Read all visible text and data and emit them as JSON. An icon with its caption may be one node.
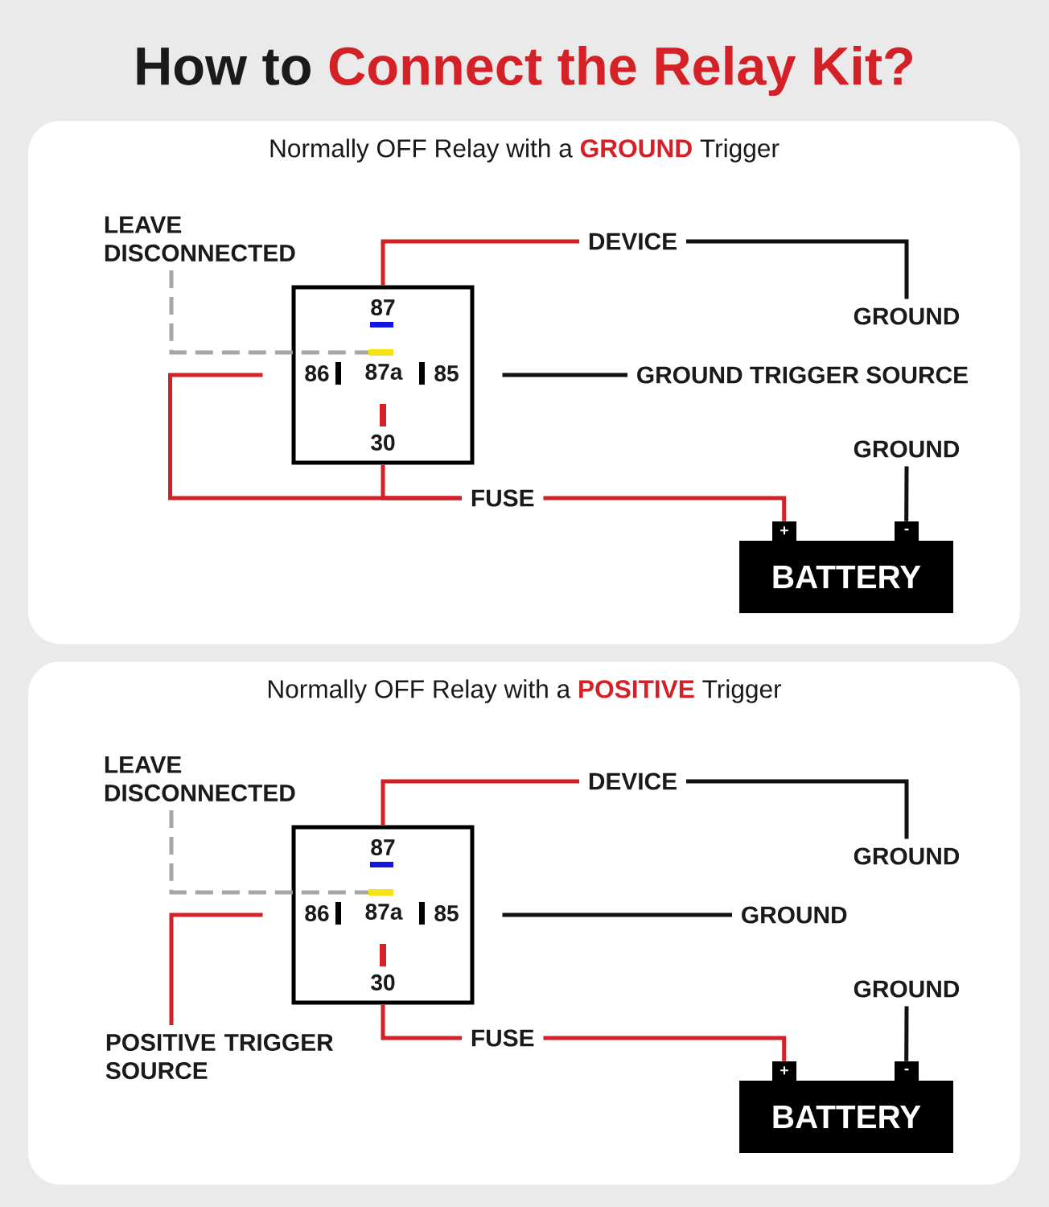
{
  "diagram": {
    "title": "How to **Connect the Relay Kit?**",
    "nodes": [
      {
        "text": [
          "Normally OFF Relay with a **GROUND** Trigger"
        ]
      },
      {
        "text": [
          "87",
          "86",
          "87a",
          "85",
          "30"
        ],
        "in": 0
      },
      {
        "text": [
          "LEAVE DISCONNECTED"
        ],
        "in": 0
      },
      {
        "text": [
          "DEVICE"
        ],
        "in": 0
      },
      {
        "text": [
          "GROUND"
        ],
        "in": 0
      },
      {
        "text": [
          "GROUND TRIGGER SOURCE"
        ],
        "in": 0
      },
      {
        "text": [
          "FUSE"
        ],
        "in": 0
      },
      {
        "text": [
          "GROUND"
        ],
        "in": 0
      },
      {
        "text": [
          "BATTERY"
        ],
        "in": 0
      },
      {
        "text": [
          "Normally OFF Relay with a **POSITIVE** Trigger"
        ]
      },
      {
        "text": [
          "87",
          "86",
          "87a",
          "85",
          "30"
        ],
        "in": 9
      },
      {
        "text": [
          "LEAVE DISCONNECTED"
        ],
        "in": 9
      },
      {
        "text": [
          "DEVICE"
        ],
        "in": 9
      },
      {
        "text": [
          "GROUND"
        ],
        "in": 9
      },
      {
        "text": [
          "GROUND"
        ],
        "in": 9
      },
      {
        "text": [
          "FUSE"
        ],
        "in": 9
      },
      {
        "text": [
          "GROUND"
        ],
        "in": 9
      },
      {
        "text": [
          "BATTERY"
        ],
        "in": 9
      },
      {
        "text": [
          "POSITIVE TRIGGER SOURCE"
        ],
        "in": 9
      }
    ],
    "edges": [
      {
        "from": 2,
        "to": 1,
        "arrow": "none",
        "style": "dashed",
        "color": "#a6a6a6"
      },
      {
        "from": 1,
        "to": 3,
        "arrow": "none"
      },
      {
        "from": 3,
        "to": 4,
        "arrow": "none",
        "color": "#111111"
      },
      {
        "from": 1,
        "to": 5,
        "arrow": "none",
        "color": "#111111"
      },
      {
        "from": 1,
        "to": 6,
        "arrow": "none"
      },
      {
        "from": 1,
        "to": 6,
        "arrow": "none"
      },
      {
        "from": 6,
        "to": 8,
        "arrow": "none"
      },
      {
        "from": 8,
        "to": 7,
        "arrow": "none",
        "color": "#111111"
      },
      {
        "from": 11,
        "to": 10,
        "arrow": "none",
        "style": "dashed",
        "color": "#a6a6a6"
      },
      {
        "from": 10,
        "to": 12,
        "arrow": "none"
      },
      {
        "from": 12,
        "to": 13,
        "arrow": "none",
        "color": "#111111"
      },
      {
        "from": 10,
        "to": 14,
        "arrow": "none",
        "color": "#111111"
      },
      {
        "from": 10,
        "to": 15,
        "arrow": "none"
      },
      {
        "from": 15,
        "to": 17,
        "arrow": "none"
      },
      {
        "from": 17,
        "to": 16,
        "arrow": "none",
        "color": "#111111"
      },
      {
        "from": 18,
        "to": 10,
        "arrow": "none"
      }
    ],
    "labels": [
      "+",
      "-",
      "+",
      "-"
    ]
  }
}
